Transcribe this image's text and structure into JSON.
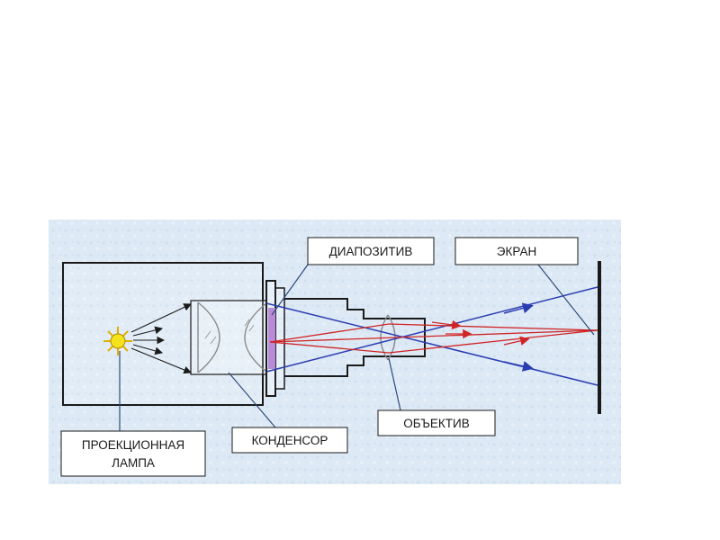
{
  "labels": {
    "slide": "ДИАПОЗИТИВ",
    "screen": "ЭКРАН",
    "lamp_line1": "ПРОЕКЦИОННАЯ",
    "lamp_line2": "ЛАМПА",
    "condenser": "КОНДЕНСОР",
    "objective": "ОБЪЕКТИВ"
  },
  "colors": {
    "panel_background": "#dde9f5",
    "outline": "#1a1a1a",
    "lens": "#8a8a8a",
    "lamp": "#f5e21a",
    "blue_ray": "#2a3db0",
    "red_ray": "#d02525",
    "slide_fill": "#b98ad8",
    "label_box": "#ffffff"
  }
}
